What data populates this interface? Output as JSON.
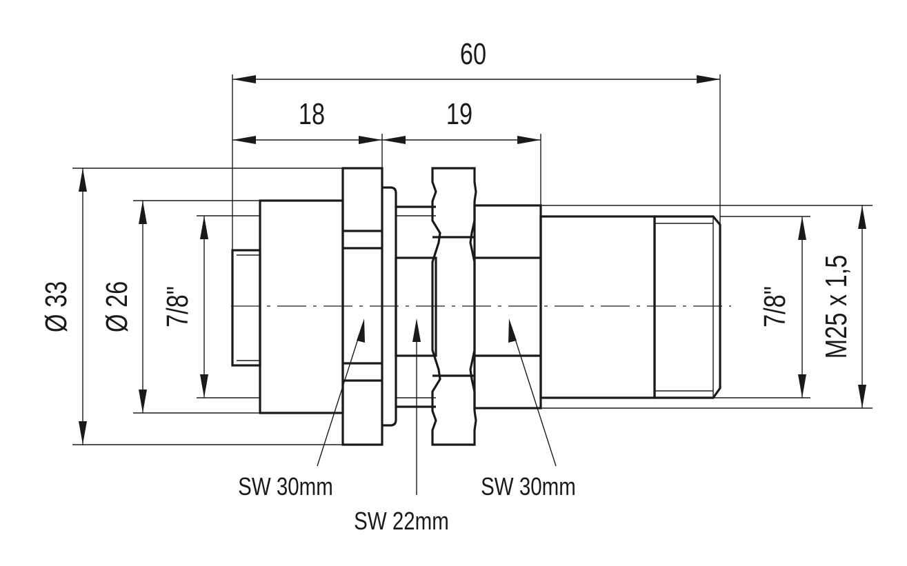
{
  "dimensions": {
    "overall_length": "60",
    "length_left": "18",
    "length_mid": "19",
    "dia_outer": "Ø 33",
    "dia_flange": "Ø 26",
    "thread_left": "7/8\"",
    "thread_right": "7/8\"",
    "thread_metric": "M25 x 1,5"
  },
  "labels": {
    "wrench_left": "SW 30mm",
    "wrench_mid": "SW 22mm",
    "wrench_right": "SW 30mm"
  },
  "colors": {
    "line": "#1a1a1a",
    "background": "#ffffff"
  }
}
